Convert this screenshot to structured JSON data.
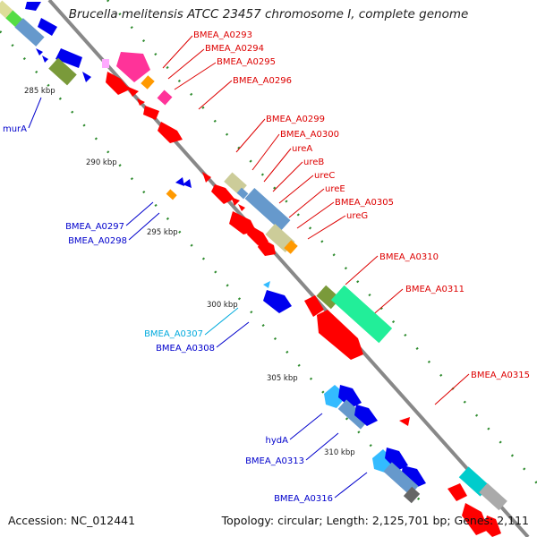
{
  "title": "Brucella melitensis ATCC 23457 chromosome I, complete genome",
  "footer": {
    "accession": "Accession: NC_012441",
    "summary": "Topology: circular; Length: 2,125,701 bp; Genes: 2,111"
  },
  "colors": {
    "backbone": "#888888",
    "ticks": "#2e8b2e",
    "label_forward": "#dd0000",
    "label_reverse": "#0000cc",
    "label_highlight": "#00aadd"
  },
  "scale_labels": [
    "285 kbp",
    "290 kbp",
    "295 kbp",
    "300 kbp",
    "305 kbp",
    "310 kbp"
  ],
  "forward_labels": [
    "BMEA_A0293",
    "BMEA_A0294",
    "BMEA_A0295",
    "BMEA_A0296",
    "BMEA_A0299",
    "BMEA_A0300",
    "ureA",
    "ureB",
    "ureC",
    "ureE",
    "BMEA_A0305",
    "ureG",
    "BMEA_A0310",
    "BMEA_A0311",
    "BMEA_A0315"
  ],
  "reverse_labels": [
    "murA",
    "BMEA_A0297",
    "BMEA_A0298",
    "BMEA_A0307",
    "BMEA_A0308",
    "hydA",
    "BMEA_A0313",
    "BMEA_A0316"
  ],
  "gene_colors": [
    "#ff3399",
    "#ff9900",
    "#ff0000",
    "#ff3399",
    "#7a9a3a",
    "#22ee99",
    "#cccc99",
    "#6699cc",
    "#0000ee",
    "#33bbff",
    "#00cccc",
    "#ccaa77",
    "#666666",
    "#aaaaaa",
    "#aadd55"
  ]
}
